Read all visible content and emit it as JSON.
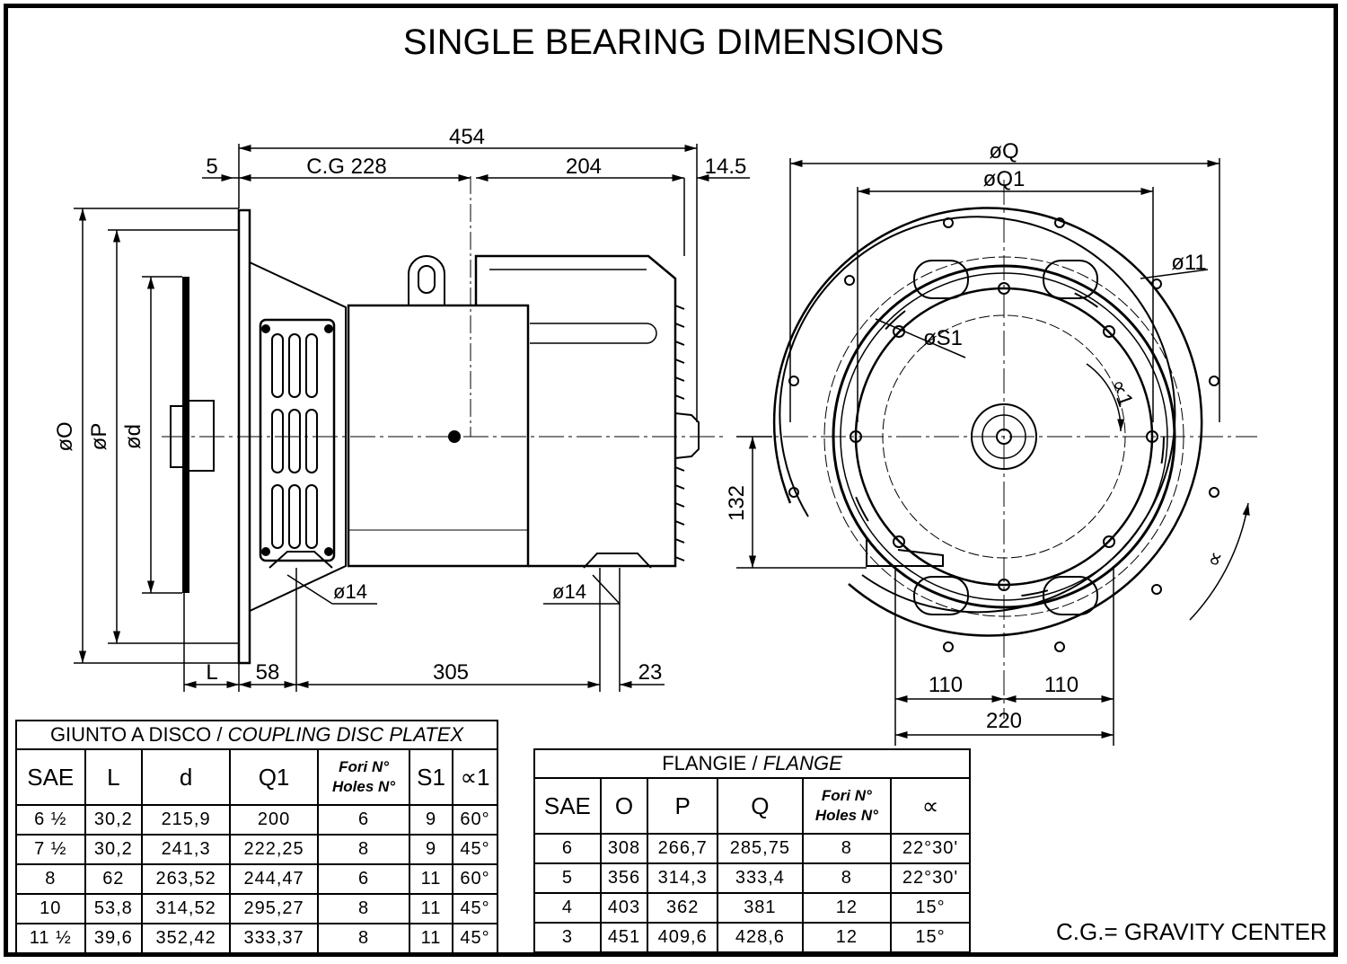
{
  "title": "SINGLE BEARING DIMENSIONS",
  "side_view_dims": {
    "overall_length": "454",
    "offset_5": "5",
    "cg": "C.G  228",
    "dim_204": "204",
    "dim_145": "14.5",
    "dia_O": "øO",
    "dia_P": "øP",
    "dia_d": "ød",
    "hole_14_left": "ø14",
    "hole_14_right": "ø14",
    "L": "L",
    "dim_58": "58",
    "dim_305": "305",
    "dim_23": "23"
  },
  "front_view_dims": {
    "dia_Q": "øQ",
    "dia_Q1": "øQ1",
    "hole_11": "ø11",
    "dia_S1": "øS1",
    "alpha1": "∝1",
    "alpha": "∝",
    "dim_132": "132",
    "dim_110_left": "110",
    "dim_110_right": "110",
    "dim_220": "220"
  },
  "coupling_table": {
    "caption_it": "GIUNTO A DISCO",
    "separator": "/",
    "caption_en": "COUPLING DISC PLATEX",
    "headers": [
      "SAE",
      "L",
      "d",
      "Q1",
      "Fori N°",
      "Holes N°",
      "S1",
      "∝1"
    ],
    "rows": [
      [
        "6 ½",
        "30,2",
        "215,9",
        "200",
        "6",
        "9",
        "60°"
      ],
      [
        "7 ½",
        "30,2",
        "241,3",
        "222,25",
        "8",
        "9",
        "45°"
      ],
      [
        "8",
        "62",
        "263,52",
        "244,47",
        "6",
        "11",
        "60°"
      ],
      [
        "10",
        "53,8",
        "314,52",
        "295,27",
        "8",
        "11",
        "45°"
      ],
      [
        "11 ½",
        "39,6",
        "352,42",
        "333,37",
        "8",
        "11",
        "45°"
      ]
    ]
  },
  "flange_table": {
    "caption_it": "FLANGIE",
    "separator": "/",
    "caption_en": "FLANGE",
    "headers": [
      "SAE",
      "O",
      "P",
      "Q",
      "Fori N°",
      "Holes N°",
      "∝"
    ],
    "rows": [
      [
        "6",
        "308",
        "266,7",
        "285,75",
        "8",
        "22°30'"
      ],
      [
        "5",
        "356",
        "314,3",
        "333,4",
        "8",
        "22°30'"
      ],
      [
        "4",
        "403",
        "362",
        "381",
        "12",
        "15°"
      ],
      [
        "3",
        "451",
        "409,6",
        "428,6",
        "12",
        "15°"
      ]
    ]
  },
  "note": "C.G.= GRAVITY CENTER"
}
